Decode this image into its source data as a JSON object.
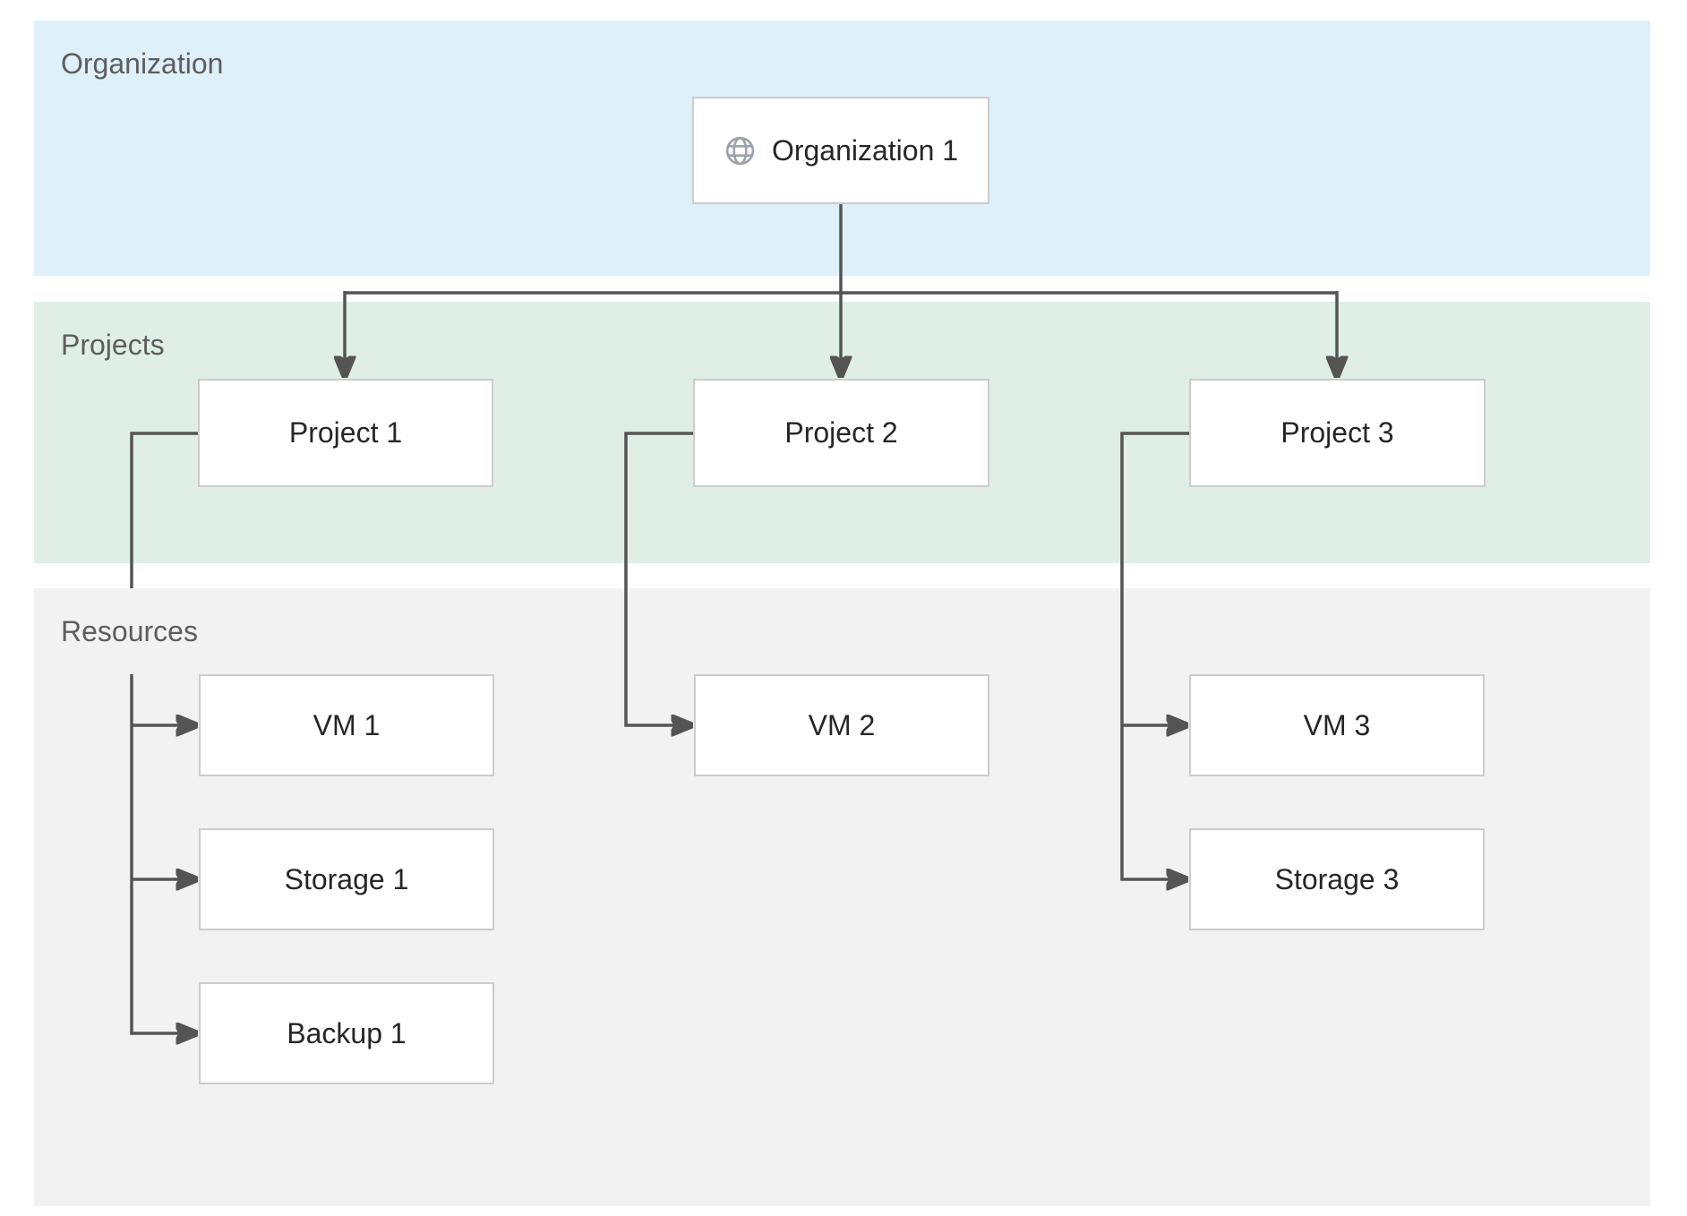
{
  "bands": [
    {
      "label": "Organization",
      "color": "#def0fa"
    },
    {
      "label": "Projects",
      "color": "#e0efe6"
    },
    {
      "label": "Resources",
      "color": "#f2f2f2"
    }
  ],
  "nodes": {
    "organization1": {
      "label": "Organization 1",
      "icon": "globe-icon",
      "band": "Organization"
    },
    "project1": {
      "label": "Project 1",
      "band": "Projects"
    },
    "project2": {
      "label": "Project 2",
      "band": "Projects"
    },
    "project3": {
      "label": "Project 3",
      "band": "Projects"
    },
    "vm1": {
      "label": "VM 1",
      "band": "Resources"
    },
    "storage1": {
      "label": "Storage 1",
      "band": "Resources"
    },
    "backup1": {
      "label": "Backup 1",
      "band": "Resources"
    },
    "vm2": {
      "label": "VM 2",
      "band": "Resources"
    },
    "vm3": {
      "label": "VM 3",
      "band": "Resources"
    },
    "storage3": {
      "label": "Storage 3",
      "band": "Resources"
    }
  },
  "edges": [
    {
      "from": "Organization 1",
      "to": "Project 1"
    },
    {
      "from": "Organization 1",
      "to": "Project 2"
    },
    {
      "from": "Organization 1",
      "to": "Project 3"
    },
    {
      "from": "Project 1",
      "to": "VM 1"
    },
    {
      "from": "Project 1",
      "to": "Storage 1"
    },
    {
      "from": "Project 1",
      "to": "Backup 1"
    },
    {
      "from": "Project 2",
      "to": "VM 2"
    },
    {
      "from": "Project 3",
      "to": "VM 3"
    },
    {
      "from": "Project 3",
      "to": "Storage 3"
    }
  ],
  "colors": {
    "band_organization": "#def0fa",
    "band_projects": "#e0efe6",
    "band_resources": "#f2f2f2",
    "connector": "#545454",
    "node_border": "#cccccc",
    "node_fill": "#ffffff",
    "node_text": "#262626",
    "band_label_text": "#5d5d5d",
    "globe_icon": "#9aa2ab"
  }
}
